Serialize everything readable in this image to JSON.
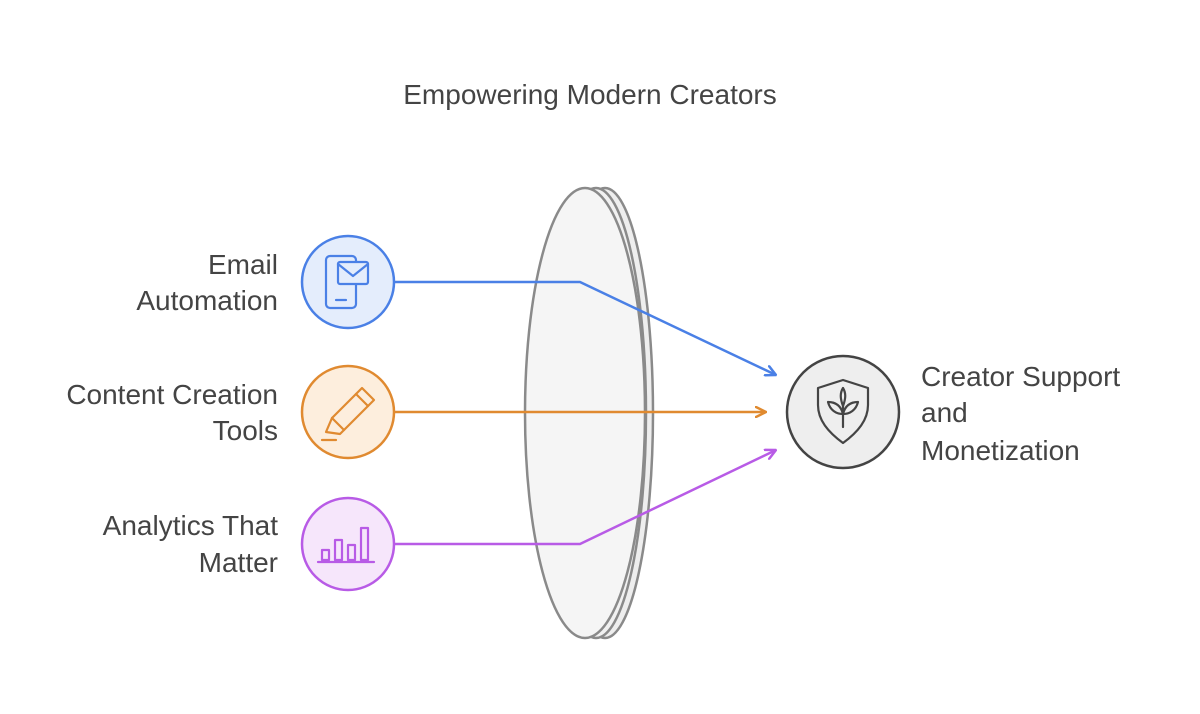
{
  "title": "Empowering Modern Creators",
  "inputs": [
    {
      "lines": [
        "Email",
        "Automation"
      ],
      "icon": "mobile-email-icon",
      "color": "#4a80e6",
      "fill": "#e4edfc"
    },
    {
      "lines": [
        "Content Creation",
        "Tools"
      ],
      "icon": "marker-pen-icon",
      "color": "#e08a30",
      "fill": "#fdeedd"
    },
    {
      "lines": [
        "Analytics That",
        "Matter"
      ],
      "icon": "bar-chart-icon",
      "color": "#b85be6",
      "fill": "#f6e6fb"
    }
  ],
  "output": {
    "lines": [
      "Creator Support",
      "and",
      "Monetization"
    ],
    "icon": "sprout-shield-icon",
    "color": "#444444",
    "fill": "#eeeeee"
  },
  "lens": {
    "stroke": "#8a8a8a",
    "fill": "#f4f4f4"
  }
}
